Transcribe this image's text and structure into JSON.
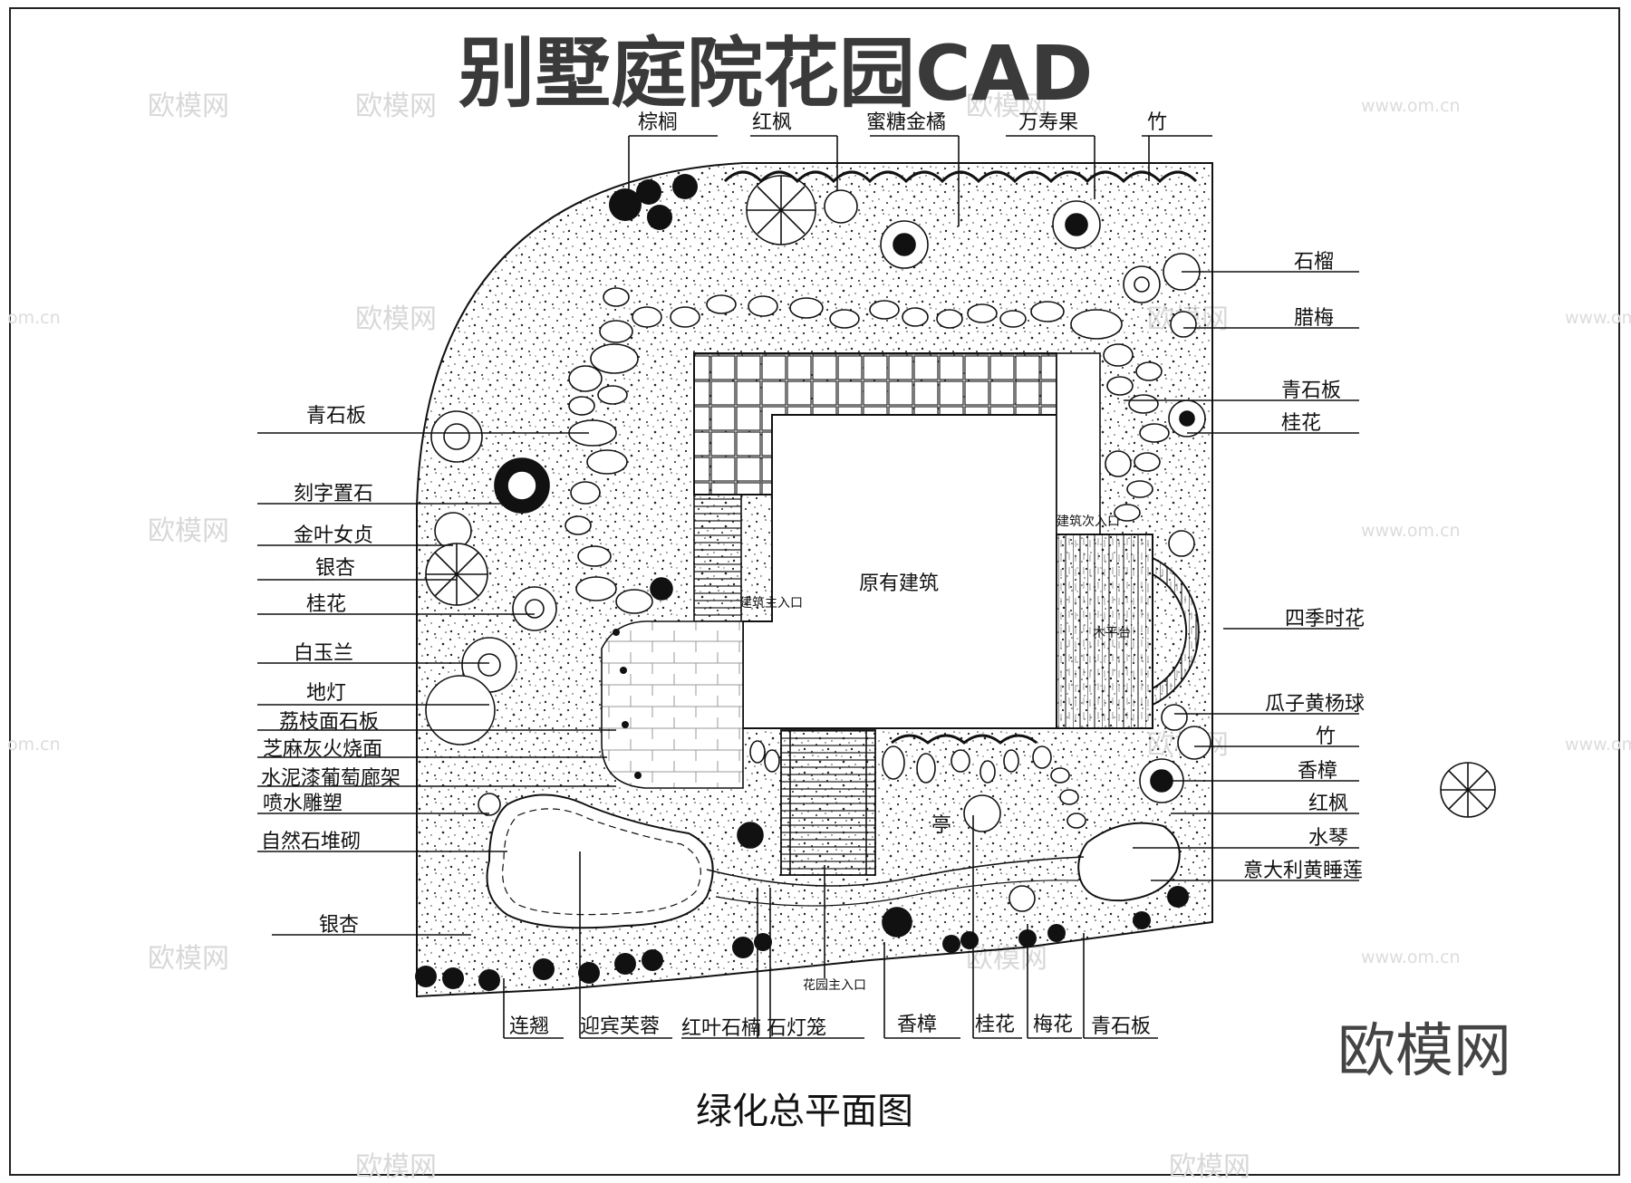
{
  "title": "别墅庭院花园CAD",
  "subtitle": "绿化总平面图",
  "brand": "欧模网",
  "watermark": {
    "text": "欧模网",
    "url": "www.om.cn",
    "url_fragment": "om.cn"
  },
  "building": {
    "label": "原有建筑",
    "main_entrance": "建筑主入口",
    "secondary_entrance": "建筑次入口",
    "deck": "木平台"
  },
  "garden_entrance": "花园主入口",
  "top_labels": [
    "棕榈",
    "红枫",
    "蜜糖金橘",
    "万寿果",
    "竹"
  ],
  "left_labels": [
    "青石板",
    "刻字置石",
    "金叶女贞",
    "银杏",
    "桂花",
    "白玉兰",
    "地灯",
    "荔枝面石板",
    "芝麻灰火烧面",
    "水泥漆葡萄廊架",
    "喷水雕塑",
    "自然石堆砌",
    "银杏"
  ],
  "right_labels": [
    "石榴",
    "腊梅",
    "青石板",
    "桂花",
    "四季时花",
    "瓜子黄杨球",
    "竹",
    "香樟",
    "红枫",
    "水琴",
    "意大利黄睡莲"
  ],
  "bottom_labels": [
    "连翘",
    "迎宾芙蓉",
    "红叶石楠",
    "石灯笼",
    "香樟",
    "桂花",
    "梅花",
    "青石板"
  ],
  "pavilion": "亭",
  "colors": {
    "ink": "#111111",
    "title": "#3a3a3a",
    "watermark": "#d8d8d8"
  }
}
